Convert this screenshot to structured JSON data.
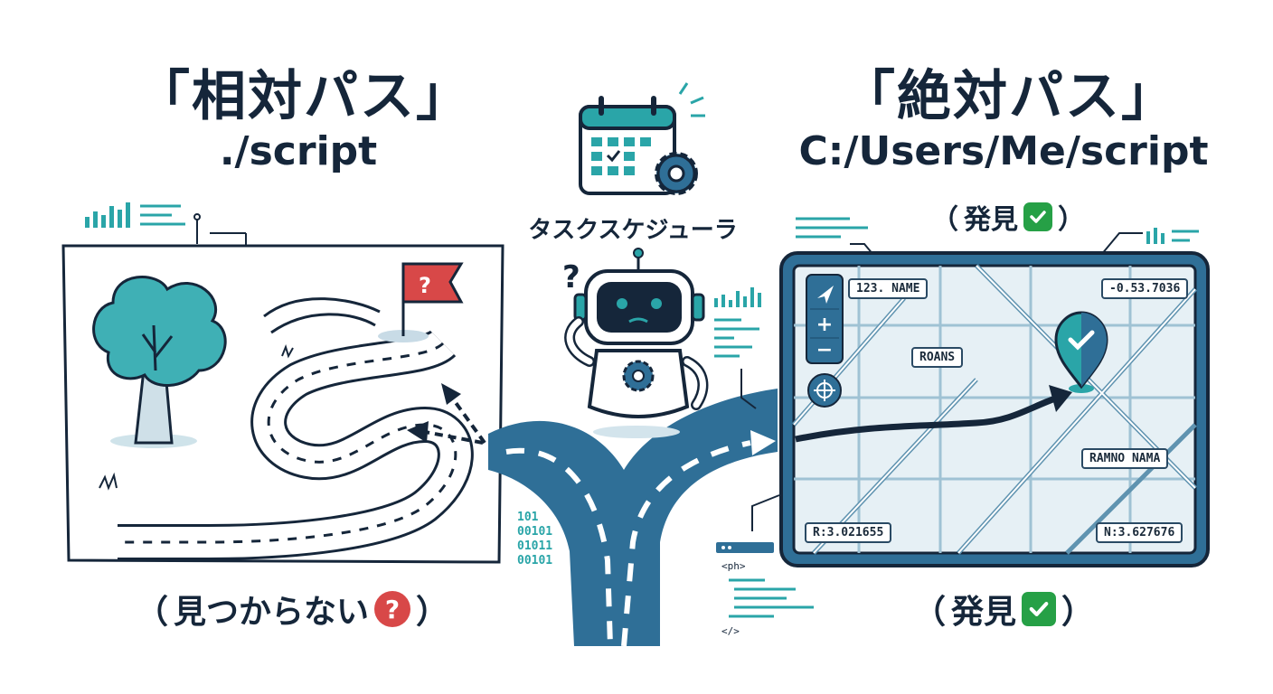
{
  "left": {
    "title": "「相対パス」",
    "path": "./script",
    "status_text": "見つからない",
    "status_badge": "?"
  },
  "right": {
    "title": "「絶対パス」",
    "path": "C:/Users/Me/script",
    "status_text": "発見"
  },
  "center": {
    "scheduler_label": "タスクスケジューラ",
    "robot_question": "?",
    "flag_question": "?",
    "binary_lines": [
      "101",
      "00101",
      "01011",
      "00101"
    ],
    "code_tags": [
      "<ph>",
      "</>"
    ]
  },
  "map": {
    "labels": {
      "top_left": "123. NAME",
      "top_right": "-0.53.7036",
      "street_a": "ROANS",
      "street_b": "RAMNO NAMA",
      "bottom_left": "R:3.021655",
      "bottom_right": "N:3.627676"
    },
    "controls": {
      "zoom_in": "+",
      "zoom_out": "−"
    }
  },
  "colors": {
    "navy": "#15263a",
    "road_blue": "#2f6f97",
    "teal": "#2aa5a8",
    "map_bg": "#e6f0f5",
    "red": "#d84848",
    "green": "#26a046"
  }
}
